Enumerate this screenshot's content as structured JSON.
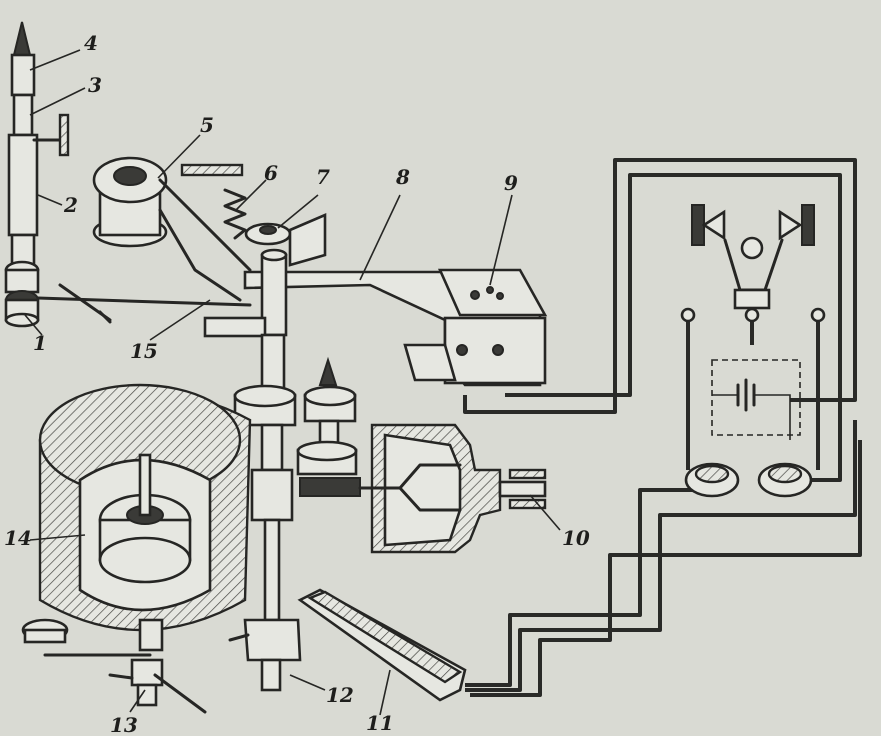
{
  "diagram": {
    "labels": [
      {
        "id": "1",
        "text": "1"
      },
      {
        "id": "2",
        "text": "2"
      },
      {
        "id": "3",
        "text": "3"
      },
      {
        "id": "4",
        "text": "4"
      },
      {
        "id": "5",
        "text": "5"
      },
      {
        "id": "6",
        "text": "6"
      },
      {
        "id": "7",
        "text": "7"
      },
      {
        "id": "8",
        "text": "8"
      },
      {
        "id": "9",
        "text": "9"
      },
      {
        "id": "10",
        "text": "10"
      },
      {
        "id": "11",
        "text": "11"
      },
      {
        "id": "12",
        "text": "12"
      },
      {
        "id": "13",
        "text": "13"
      },
      {
        "id": "14",
        "text": "14"
      },
      {
        "id": "15",
        "text": "15"
      }
    ],
    "colors": {
      "paper": "#d9dad3",
      "ink": "#262624",
      "part_fill": "#e6e7e1"
    }
  }
}
